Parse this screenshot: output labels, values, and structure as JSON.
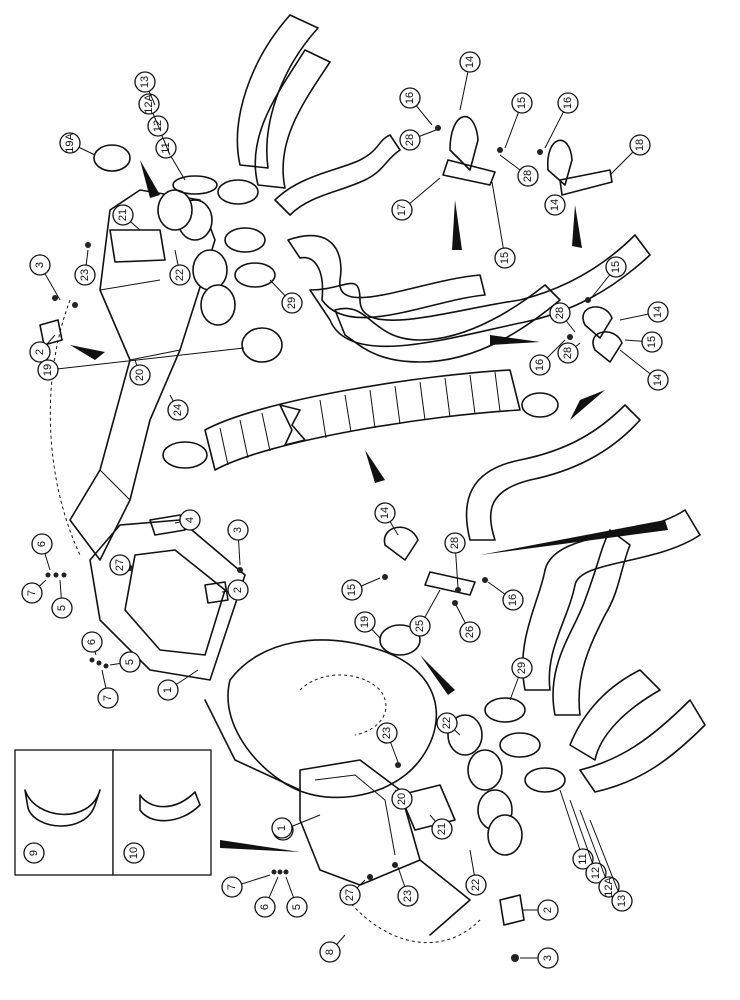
{
  "callouts": [
    {
      "id": "c1",
      "label": "1"
    },
    {
      "id": "c1b",
      "label": "1"
    },
    {
      "id": "c1c",
      "label": "1"
    },
    {
      "id": "c2",
      "label": "2"
    },
    {
      "id": "c2b",
      "label": "2"
    },
    {
      "id": "c2c",
      "label": "2"
    },
    {
      "id": "c3",
      "label": "3"
    },
    {
      "id": "c3b",
      "label": "3"
    },
    {
      "id": "c3c",
      "label": "3"
    },
    {
      "id": "c4",
      "label": "4"
    },
    {
      "id": "c5",
      "label": "5"
    },
    {
      "id": "c5b",
      "label": "5"
    },
    {
      "id": "c5c",
      "label": "5"
    },
    {
      "id": "c6",
      "label": "6"
    },
    {
      "id": "c6b",
      "label": "6"
    },
    {
      "id": "c6c",
      "label": "6"
    },
    {
      "id": "c7",
      "label": "7"
    },
    {
      "id": "c7b",
      "label": "7"
    },
    {
      "id": "c7c",
      "label": "7"
    },
    {
      "id": "c8",
      "label": "8"
    },
    {
      "id": "c9",
      "label": "9"
    },
    {
      "id": "c10",
      "label": "10"
    },
    {
      "id": "c11",
      "label": "11"
    },
    {
      "id": "c11b",
      "label": "11"
    },
    {
      "id": "c12",
      "label": "12"
    },
    {
      "id": "c12b",
      "label": "12"
    },
    {
      "id": "c12a",
      "label": "12A"
    },
    {
      "id": "c12ab",
      "label": "12A"
    },
    {
      "id": "c13",
      "label": "13"
    },
    {
      "id": "c13b",
      "label": "13"
    },
    {
      "id": "c14",
      "label": "14"
    },
    {
      "id": "c14b",
      "label": "14"
    },
    {
      "id": "c14c",
      "label": "14"
    },
    {
      "id": "c14d",
      "label": "14"
    },
    {
      "id": "c14e",
      "label": "14"
    },
    {
      "id": "c15",
      "label": "15"
    },
    {
      "id": "c15b",
      "label": "15"
    },
    {
      "id": "c15c",
      "label": "15"
    },
    {
      "id": "c15d",
      "label": "15"
    },
    {
      "id": "c15e",
      "label": "15"
    },
    {
      "id": "c16",
      "label": "16"
    },
    {
      "id": "c16b",
      "label": "16"
    },
    {
      "id": "c16c",
      "label": "16"
    },
    {
      "id": "c16d",
      "label": "16"
    },
    {
      "id": "c17",
      "label": "17"
    },
    {
      "id": "c18",
      "label": "18"
    },
    {
      "id": "c19",
      "label": "19"
    },
    {
      "id": "c19b",
      "label": "19"
    },
    {
      "id": "c19a",
      "label": "19A"
    },
    {
      "id": "c20",
      "label": "20"
    },
    {
      "id": "c20b",
      "label": "20"
    },
    {
      "id": "c21",
      "label": "21"
    },
    {
      "id": "c21b",
      "label": "21"
    },
    {
      "id": "c22",
      "label": "22"
    },
    {
      "id": "c22b",
      "label": "22"
    },
    {
      "id": "c22c",
      "label": "22"
    },
    {
      "id": "c23",
      "label": "23"
    },
    {
      "id": "c23b",
      "label": "23"
    },
    {
      "id": "c23c",
      "label": "23"
    },
    {
      "id": "c24",
      "label": "24"
    },
    {
      "id": "c25",
      "label": "25"
    },
    {
      "id": "c26",
      "label": "26"
    },
    {
      "id": "c27",
      "label": "27"
    },
    {
      "id": "c27b",
      "label": "27"
    },
    {
      "id": "c28",
      "label": "28"
    },
    {
      "id": "c28b",
      "label": "28"
    },
    {
      "id": "c28c",
      "label": "28"
    },
    {
      "id": "c28d",
      "label": "28"
    },
    {
      "id": "c28e",
      "label": "28"
    },
    {
      "id": "c29",
      "label": "29"
    },
    {
      "id": "c29b",
      "label": "29"
    }
  ]
}
